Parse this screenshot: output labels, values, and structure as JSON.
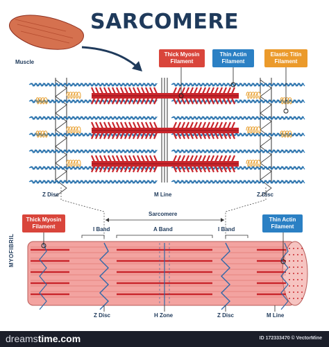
{
  "title": "SARCOMERE",
  "labels": {
    "muscle": "Muscle",
    "thick_myosin_top": [
      "Thick Myosin",
      "Filament"
    ],
    "thin_actin_top": [
      "Thin Actin",
      "Filament"
    ],
    "elastic_titin": [
      "Elastic Titin",
      "Filament"
    ],
    "thick_myosin_bottom": [
      "Thick Myosin",
      "Filament"
    ],
    "thin_actin_bottom": [
      "Thin Actin",
      "Filament"
    ],
    "z_disc_left": "Z Disc",
    "m_line_top": "M Line",
    "z_disc_right": "Z Disc",
    "sarcomere": "Sarcomere",
    "i_band_left": "I Band",
    "a_band": "A Band",
    "i_band_right": "I Band",
    "myofibril": "MYOFIBRIL",
    "z_disc_bottom_left": "Z Disc",
    "h_zone": "H Zone",
    "z_disc_bottom_right": "Z Disc",
    "m_line_bottom": "M Line"
  },
  "footer": {
    "watermark_prefix": "dreams",
    "watermark_suffix": "time.com",
    "image_id": "ID 172333470 © VectorMine"
  },
  "colors": {
    "title": "#1f3a5b",
    "myosin": "#c9262c",
    "actin": "#2e7fbf",
    "titin": "#e79d2a",
    "red_box": "#d9453b",
    "blue_box": "#2b80c4",
    "orange_box": "#eb9a2b",
    "myofibril_fill": "#f3a3a0"
  }
}
